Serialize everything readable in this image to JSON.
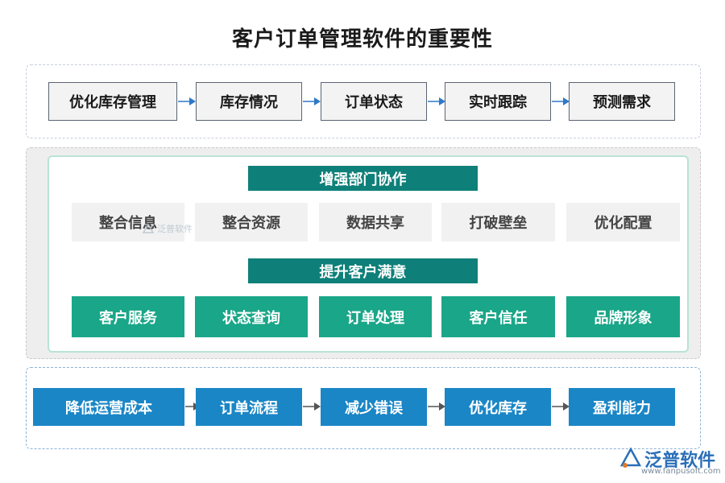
{
  "title": "客户订单管理软件的重要性",
  "flow1": [
    "优化库存管理",
    "库存情况",
    "订单状态",
    "实时跟踪",
    "预测需求"
  ],
  "section2": {
    "header1": "增强部门协作",
    "row1": [
      "整合信息",
      "整合资源",
      "数据共享",
      "打破壁垒",
      "优化配置"
    ],
    "header2": "提升客户满意",
    "row2": [
      "客户服务",
      "状态查询",
      "订单处理",
      "客户信任",
      "品牌形象"
    ]
  },
  "flow3": [
    "降低运营成本",
    "订单流程",
    "减少错误",
    "优化库存",
    "盈利能力"
  ],
  "watermark": {
    "small_text": "泛普软件",
    "logo_text": "泛普软件",
    "logo_url": "www.fanpusoft.com"
  },
  "colors": {
    "teal": "#1aa688",
    "dark_teal": "#0e8079",
    "blue": "#1a86c6",
    "arrow_blue": "#2d78c8",
    "arrow_dark": "#555555"
  }
}
